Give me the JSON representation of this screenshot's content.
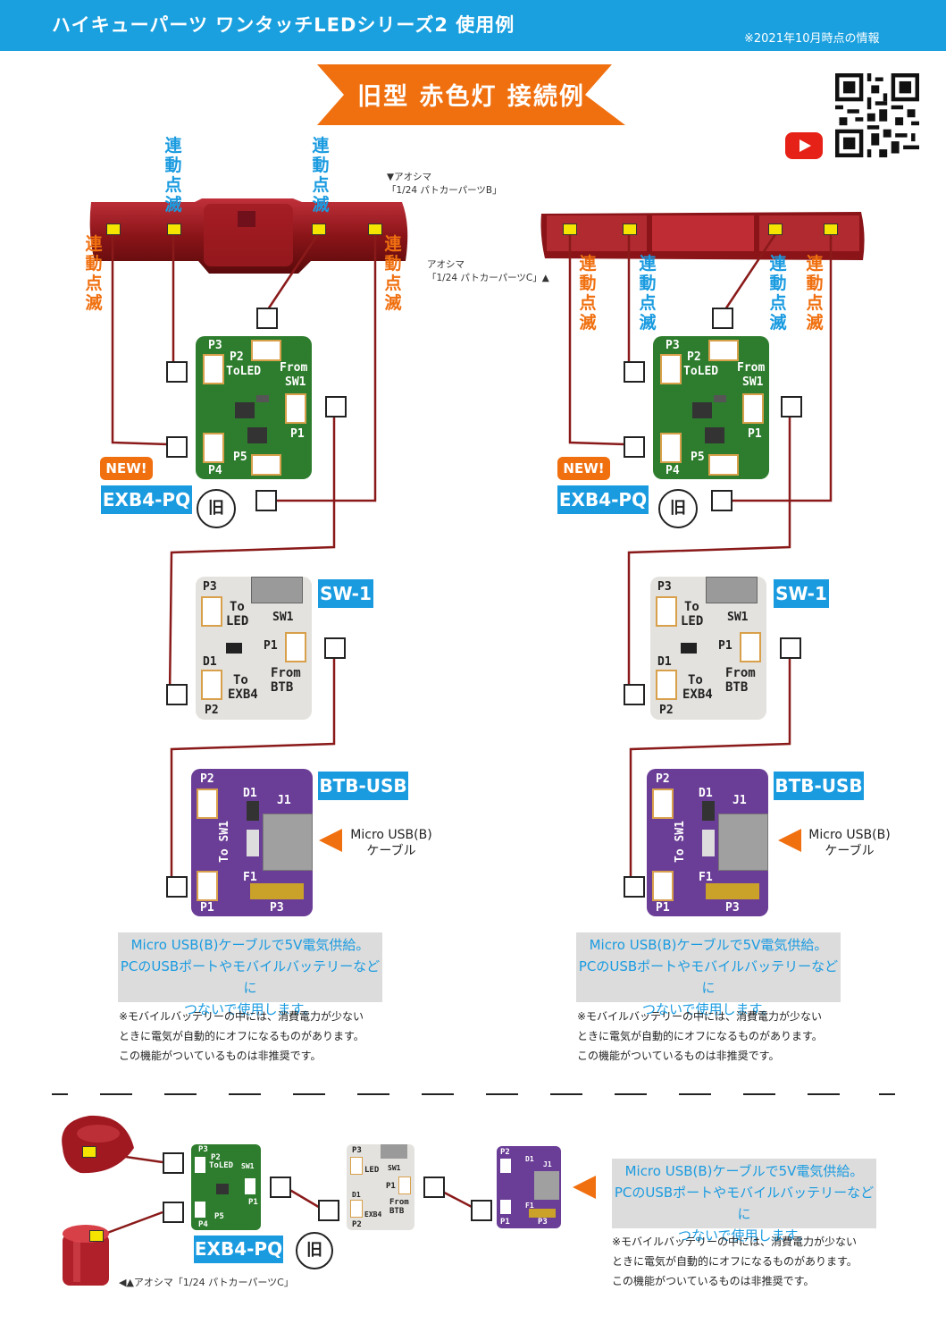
{
  "header": {
    "title": "ハイキューパーツ ワンタッチLEDシリーズ2 使用例",
    "date_note": "※2021年10月時点の情報"
  },
  "banner": {
    "text": "旧型 赤色灯 接続例"
  },
  "colors": {
    "header_blue": "#1aa0df",
    "accent_orange": "#f07010",
    "label_blue": "#1a9be0"
  },
  "icons": [
    "qr-code-icon",
    "youtube-icon",
    "arrow-left-icon"
  ],
  "labels": {
    "blink_sync": "連動点滅"
  },
  "diagram_left": {
    "product_caption_1": "▼アオシマ",
    "product_caption_2": "「1/24 パトカーパーツB」"
  },
  "diagram_right": {
    "product_caption_1": "アオシマ",
    "product_caption_2": "「1/24 パトカーパーツC」▲"
  },
  "boards": {
    "exb4": {
      "name": "EXB4-PQ",
      "new_badge": "NEW!",
      "compat": "旧",
      "p1": "P1",
      "p2": "P2",
      "p3": "P3",
      "p4": "P4",
      "p5": "P5",
      "to_led": "ToLED",
      "from": "From",
      "sw1": "SW1"
    },
    "sw1": {
      "name": "SW-1",
      "p1": "P1",
      "p2": "P2",
      "p3": "P3",
      "d1": "D1",
      "to": "To",
      "led": "LED",
      "sw1": "SW1",
      "from": "From",
      "btb": "BTB",
      "exb4": "EXB4"
    },
    "btb": {
      "name": "BTB-USB",
      "p1": "P1",
      "p2": "P2",
      "p3": "P3",
      "d1": "D1",
      "j1": "J1",
      "f1": "F1",
      "to_sw1": "To SW1"
    }
  },
  "usb_cable": {
    "line1": "Micro USB(B)",
    "line2": "ケーブル"
  },
  "power_box": {
    "line1": "Micro USB(B)ケーブルで5V電気供給。",
    "line2": "PCのUSBポートやモバイルバッテリーなどに",
    "line3": "つないで使用します。"
  },
  "battery_note": {
    "line1": "※モバイルバッテリーの中には、消費電力が少ない",
    "line2": "ときに電気が自動的にオフになるものがあります。",
    "line3": "この機能がついているものは非推奨です。"
  },
  "bottom": {
    "caption": "◀▲アオシマ「1/24 パトカーパーツC」"
  }
}
